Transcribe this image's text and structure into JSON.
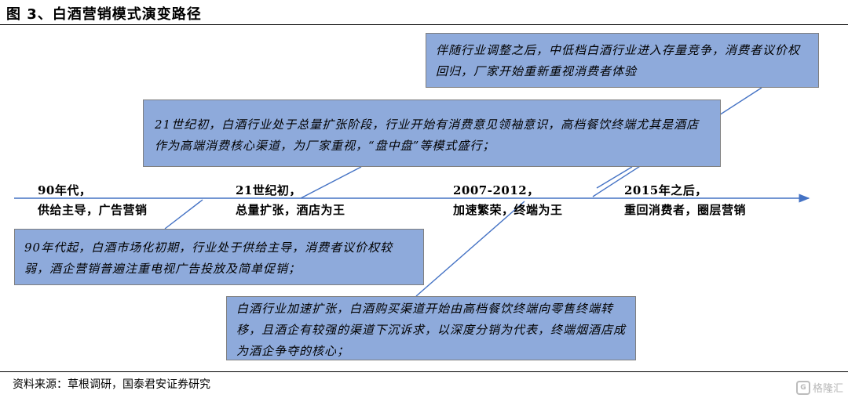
{
  "figure": {
    "title": "图 3、白酒营销模式演变路径",
    "source": "资料来源：草根调研，国泰君安证券研究",
    "watermark": "格隆汇"
  },
  "milestones": [
    {
      "line1": "90年代，",
      "line2": "供给主导，广告营销"
    },
    {
      "line1": "21世纪初，",
      "line2": "总量扩张，酒店为王"
    },
    {
      "line1": "2007-2012，",
      "line2": "加速繁荣，终端为王"
    },
    {
      "line1": "2015年之后，",
      "line2": "重回消费者，圈层营销"
    }
  ],
  "boxes": {
    "era_2015": "伴随行业调整之后，中低档白酒行业进入存量竞争，消费者议价权回归，厂家开始重新重视消费者体验",
    "era_2000": "21世纪初，白酒行业处于总量扩张阶段，行业开始有消费意见领袖意识，高档餐饮终端尤其是酒店作为高端消费核心渠道，为厂家重视，“盘中盘”等模式盛行；",
    "era_1990": "90年代起，白酒市场化初期，行业处于供给主导，消费者议价权较弱，酒企营销普遍注重电视广告投放及简单促销；",
    "era_2007": "白酒行业加速扩张，白酒购买渠道开始由高档餐饮终端向零售终端转移，且酒企有较强的渠道下沉诉求，以深度分销为代表，终端烟酒店成为酒企争夺的核心；"
  },
  "colors": {
    "box_fill": "#8eaadb",
    "timeline": "#4472c4"
  }
}
